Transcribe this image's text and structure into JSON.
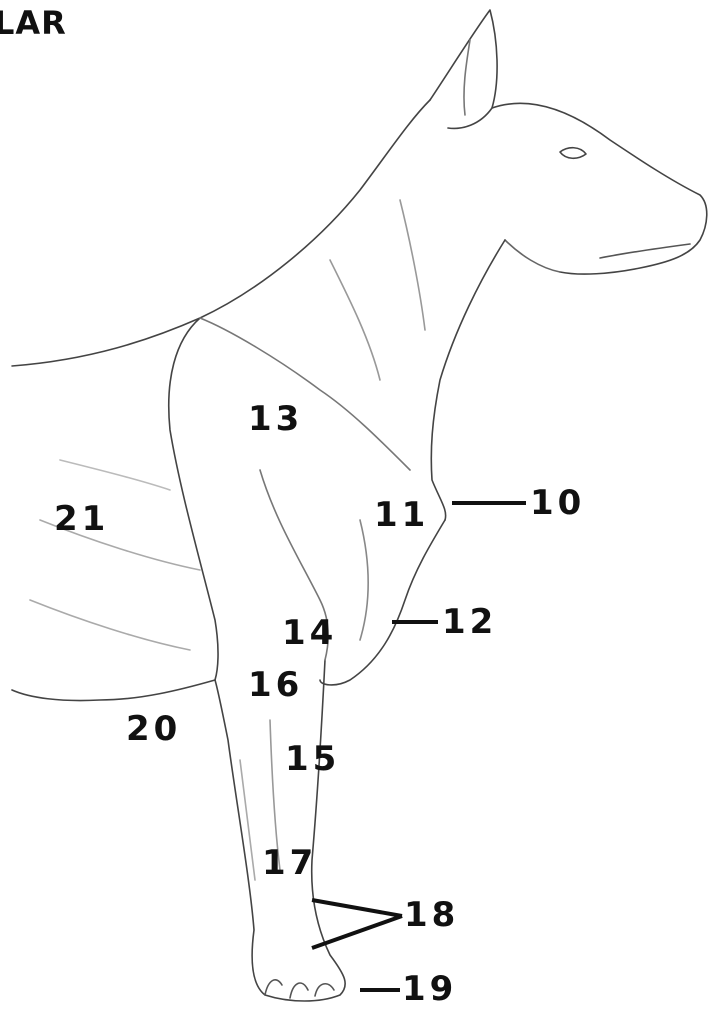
{
  "title": "LAR",
  "labels": {
    "l10": "10",
    "l11": "11",
    "l12": "12",
    "l13": "13",
    "l14": "14",
    "l15": "15",
    "l16": "16",
    "l17": "17",
    "l18": "18",
    "l19": "19",
    "l20": "20",
    "l21": "21"
  }
}
